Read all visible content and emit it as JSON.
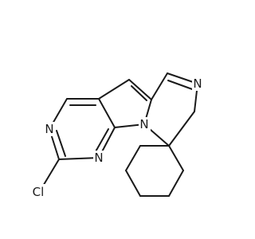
{
  "molecule": {
    "atoms": {
      "chlorine": "Cl",
      "pyrimidine_n_upper": "N",
      "pyrimidine_n_lower": "N",
      "pyrrole_n": "N",
      "pyrazine_n": "N"
    }
  },
  "colors": {
    "bond": "#1a1a1a",
    "label": "#1a1a1a",
    "background": "#ffffff"
  }
}
